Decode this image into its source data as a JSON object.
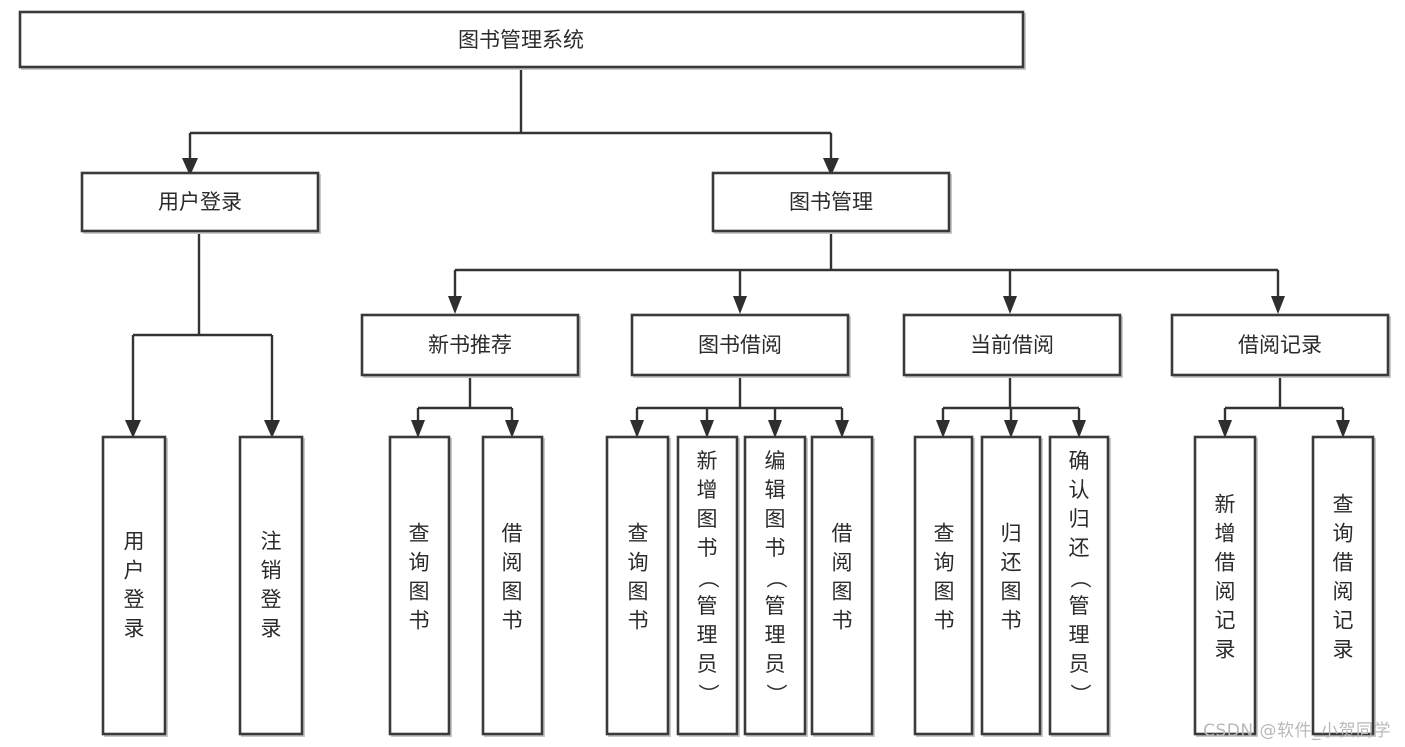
{
  "diagram": {
    "title": "图书管理系统",
    "type": "tree",
    "watermark": "CSDN @软件_小贺同学",
    "colors": {
      "background": "#ffffff",
      "box_stroke": "#3a3a3a",
      "box_fill": "#ffffff",
      "edge": "#333333",
      "text": "#2b2b2b",
      "watermark": "#b9b9b9"
    },
    "nodes": {
      "root": {
        "label": "图书管理系统",
        "orientation": "horizontal",
        "level": 0
      },
      "user_login": {
        "label": "用户登录",
        "orientation": "horizontal",
        "level": 1
      },
      "book_manage": {
        "label": "图书管理",
        "orientation": "horizontal",
        "level": 1
      },
      "new_book_rec": {
        "label": "新书推荐",
        "orientation": "horizontal",
        "level": 2
      },
      "book_borrow": {
        "label": "图书借阅",
        "orientation": "horizontal",
        "level": 2
      },
      "current_borrow": {
        "label": "当前借阅",
        "orientation": "horizontal",
        "level": 2
      },
      "borrow_record": {
        "label": "借阅记录",
        "orientation": "horizontal",
        "level": 2
      },
      "leaf_user_login": {
        "label": "用户登录",
        "orientation": "vertical",
        "level": 2
      },
      "leaf_logout_login": {
        "label": "注销登录",
        "orientation": "vertical",
        "level": 2
      },
      "leaf_query_book_1": {
        "label": "查询图书",
        "orientation": "vertical",
        "level": 3
      },
      "leaf_borrow_book_1": {
        "label": "借阅图书",
        "orientation": "vertical",
        "level": 3
      },
      "leaf_query_book_2": {
        "label": "查询图书",
        "orientation": "vertical",
        "level": 3
      },
      "leaf_add_book_admin": {
        "label": "新增图书（管理员）",
        "orientation": "vertical",
        "level": 3
      },
      "leaf_edit_book_admin": {
        "label": "编辑图书（管理员）",
        "orientation": "vertical",
        "level": 3
      },
      "leaf_borrow_book_2": {
        "label": "借阅图书",
        "orientation": "vertical",
        "level": 3
      },
      "leaf_query_book_3": {
        "label": "查询图书",
        "orientation": "vertical",
        "level": 3
      },
      "leaf_return_book": {
        "label": "归还图书",
        "orientation": "vertical",
        "level": 3
      },
      "leaf_confirm_return_admin": {
        "label": "确认归还（管理员）",
        "orientation": "vertical",
        "level": 3
      },
      "leaf_add_borrow_record": {
        "label": "新增借阅记录",
        "orientation": "vertical",
        "level": 3
      },
      "leaf_query_borrow_record": {
        "label": "查询借阅记录",
        "orientation": "vertical",
        "level": 3
      }
    },
    "edges": [
      {
        "from": "root",
        "to": "user_login"
      },
      {
        "from": "root",
        "to": "book_manage"
      },
      {
        "from": "user_login",
        "to": "leaf_user_login"
      },
      {
        "from": "user_login",
        "to": "leaf_logout_login"
      },
      {
        "from": "book_manage",
        "to": "new_book_rec"
      },
      {
        "from": "book_manage",
        "to": "book_borrow"
      },
      {
        "from": "book_manage",
        "to": "current_borrow"
      },
      {
        "from": "book_manage",
        "to": "borrow_record"
      },
      {
        "from": "new_book_rec",
        "to": "leaf_query_book_1"
      },
      {
        "from": "new_book_rec",
        "to": "leaf_borrow_book_1"
      },
      {
        "from": "book_borrow",
        "to": "leaf_query_book_2"
      },
      {
        "from": "book_borrow",
        "to": "leaf_add_book_admin"
      },
      {
        "from": "book_borrow",
        "to": "leaf_edit_book_admin"
      },
      {
        "from": "book_borrow",
        "to": "leaf_borrow_book_2"
      },
      {
        "from": "current_borrow",
        "to": "leaf_query_book_3"
      },
      {
        "from": "current_borrow",
        "to": "leaf_return_book"
      },
      {
        "from": "current_borrow",
        "to": "leaf_confirm_return_admin"
      },
      {
        "from": "borrow_record",
        "to": "leaf_add_borrow_record"
      },
      {
        "from": "borrow_record",
        "to": "leaf_query_borrow_record"
      }
    ]
  }
}
